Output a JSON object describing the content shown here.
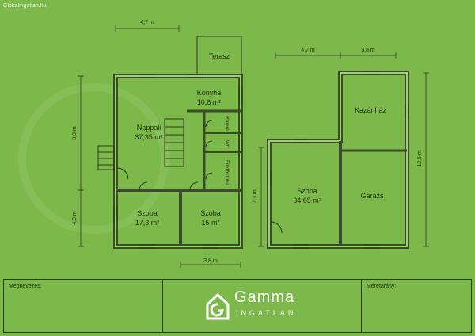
{
  "watermark": "Globalingatlan.hu",
  "rooms": {
    "terasz": "Terasz",
    "konyha": "Konyha",
    "konyha_area": "10,6 m²",
    "nappali": "Nappali",
    "nappali_area": "37,35 m²",
    "kamra": "Kamra",
    "wc": "WC",
    "furdoszoba": "Fürdőszoba",
    "szoba1": "Szoba",
    "szoba1_area": "17,3 m²",
    "szoba2": "Szoba",
    "szoba2_area": "15 m²",
    "kazanhaz": "Kazánház",
    "szoba3": "Szoba",
    "szoba3_area": "34,65 m²",
    "garazs": "Garázs"
  },
  "dimensions": {
    "top_left": "4,7 m",
    "left_upper": "8,3 m",
    "left_lower": "4,0 m",
    "bottom": "3,8 m",
    "top_right_a": "4,7 m",
    "top_right_b": "3,8 m",
    "right_side": "12,5 m",
    "mid_side": "7,3 m"
  },
  "titleblock": {
    "label_left": "Megnevezés:",
    "label_right": "Méretarány:"
  },
  "logo": {
    "name": "Gamma",
    "sub": "INGATLAN"
  },
  "colors": {
    "background": "#7cb94a",
    "wall": "#3a4a2a"
  }
}
